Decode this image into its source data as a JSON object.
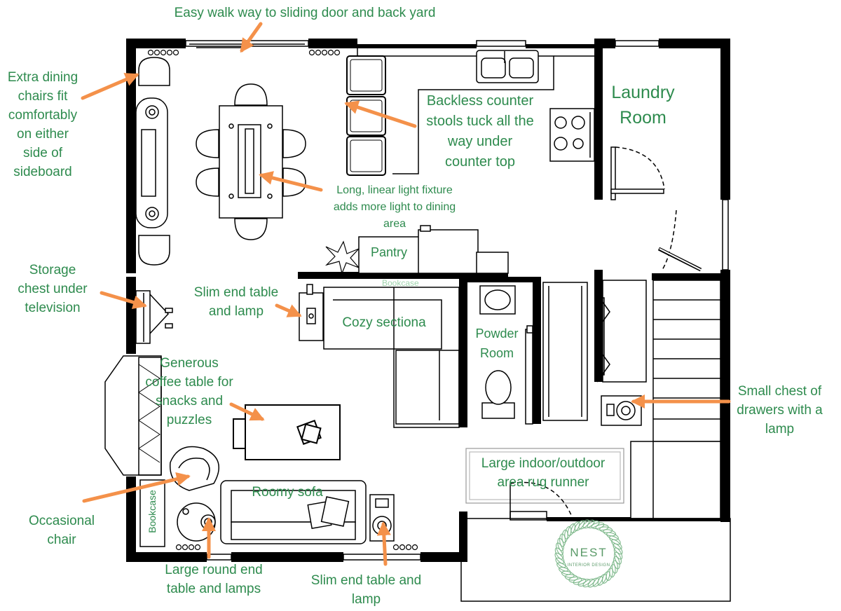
{
  "annotations": {
    "walkway": "Easy walk way to sliding door and back yard",
    "dining_chairs": "Extra dining\nchairs fit\ncomfortably\non either\nside of\nsideboard",
    "stools": "Backless counter\nstools tuck all the\nway under\ncounter top",
    "light_fixture": "Long, linear light fixture\nadds more light to dining\narea",
    "storage_chest": "Storage\nchest under\ntelevision",
    "slim_end_table_top": "Slim end table\nand lamp",
    "coffee_table": "Generous\ncoffee table for\nsnacks and\npuzzles",
    "small_chest": "Small chest of\ndrawers with a\nlamp",
    "occasional_chair": "Occasional\nchair",
    "round_end_table": "Large round end\ntable and lamps",
    "slim_end_table_bottom": "Slim end table and\nlamp"
  },
  "rooms": {
    "laundry": "Laundry\nRoom",
    "pantry": "Pantry",
    "powder": "Powder\nRoom",
    "sectional": "Cozy sectiona",
    "sofa": "Roomy sofa",
    "rug": "Large indoor/outdoor\narea rug runner",
    "bookcase_top": "Bookcase",
    "bookcase_side": "Bookcase"
  },
  "logo": {
    "name": "NEST",
    "tagline": "INTERIOR DESIGN"
  },
  "colors": {
    "annotation_text": "#2e8b4e",
    "arrow": "#f4914a",
    "wall": "#000000",
    "logo": "#7fb98c"
  }
}
